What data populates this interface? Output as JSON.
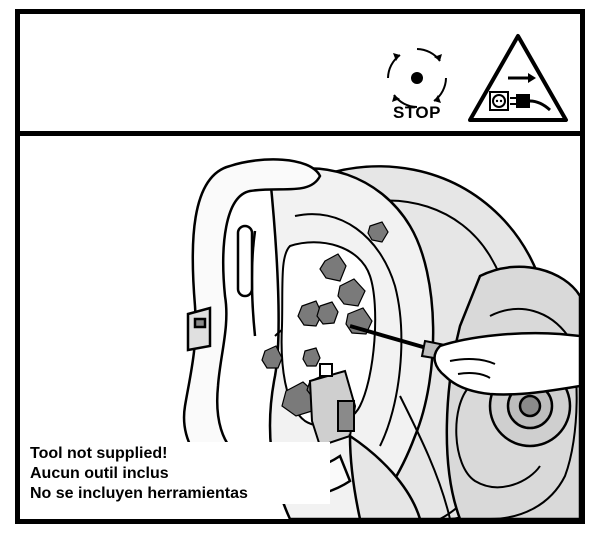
{
  "warning_panel": {
    "stop_label": "STOP",
    "stop_icon": "rotating-blade-stop-icon",
    "unplug_icon": "unplug-warning-triangle-icon"
  },
  "illustration": {
    "subject": "blower-vacuum-clearing-debris-illustration",
    "tool_note": {
      "line_en": "Tool not supplied!",
      "line_fr": "Aucun outil inclus",
      "line_es": "No se incluyen herramientas"
    }
  },
  "colors": {
    "ink": "#000000",
    "paper": "#ffffff",
    "shade_light": "#e6e6e6",
    "shade_mid": "#bdbdbd",
    "shade_dark": "#8a8a8a"
  }
}
